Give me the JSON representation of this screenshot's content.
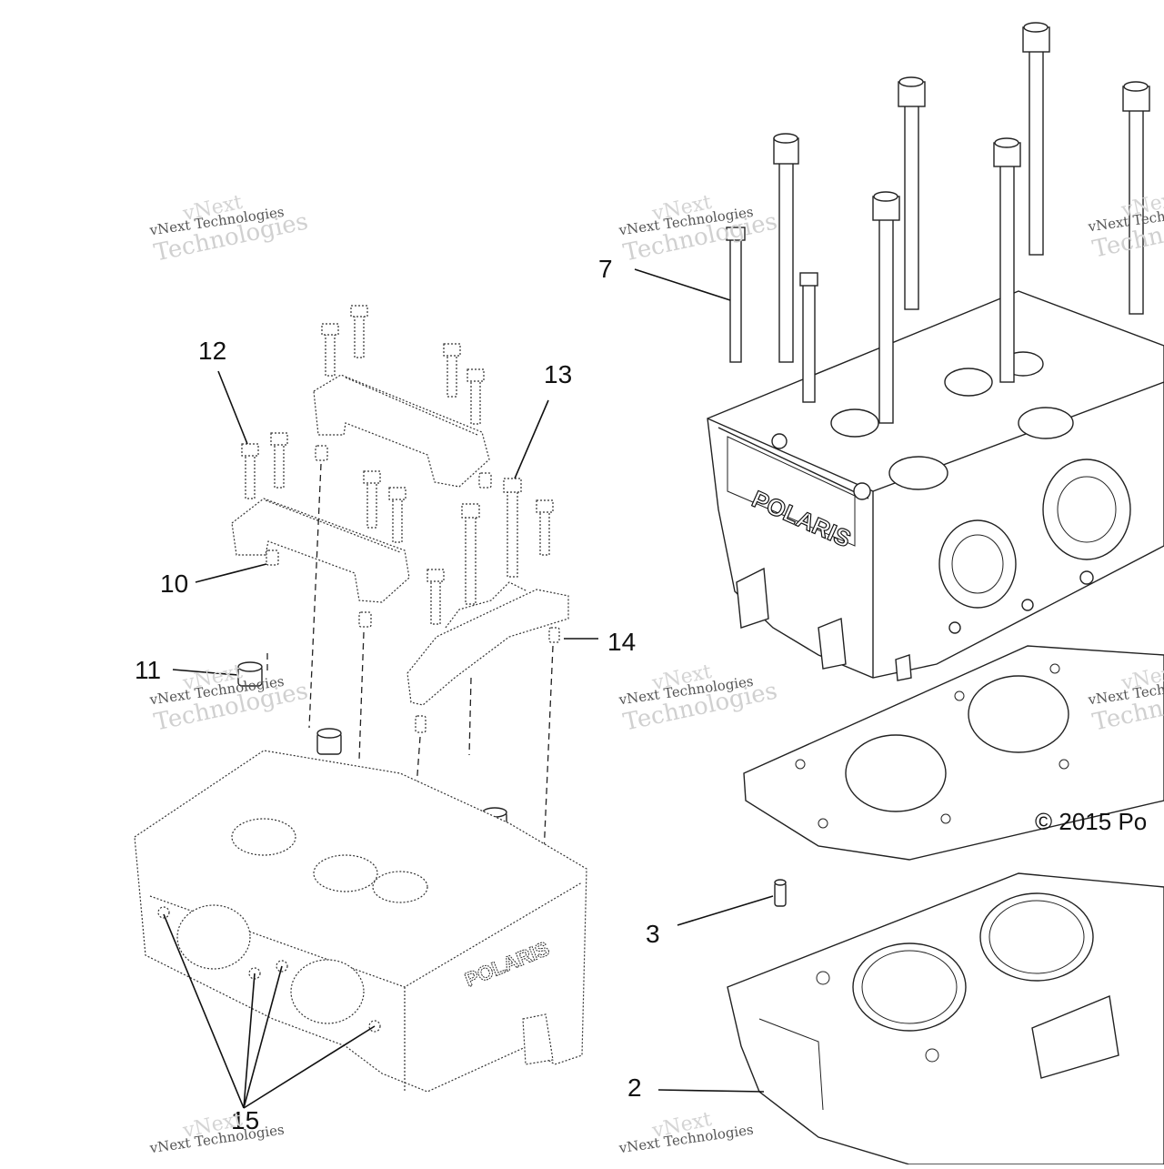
{
  "callouts": {
    "c2": "2",
    "c3": "3",
    "c7": "7",
    "c10": "10",
    "c11": "11",
    "c12": "12",
    "c13": "13",
    "c14": "14",
    "c15": "15"
  },
  "copyright": "© 2015 Po",
  "brand_cast": "POLARIS",
  "watermark": {
    "line1": "vNext",
    "line2": "vNext Technologies",
    "line3": "Technologies"
  },
  "colors": {
    "ink": "#111111",
    "watermark": "#c9c9c9"
  }
}
